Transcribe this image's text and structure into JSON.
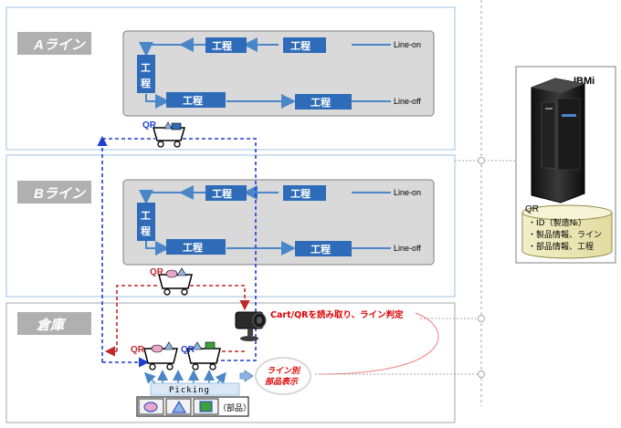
{
  "zones": {
    "a_line": "Aライン",
    "b_line": "Bライン",
    "warehouse": "倉庫"
  },
  "process_label": "工程",
  "process_vertical": [
    "工",
    "程"
  ],
  "line_on": "Line-on",
  "line_off": "Line-off",
  "qr_label": "QR",
  "qr_left_label": "QR",
  "server": {
    "title": "IBMi",
    "db_title": "QR",
    "db_items": [
      "・ID（製造№）",
      "・製品情報、ライン",
      "・部品情報、工程"
    ]
  },
  "camera_caption": "Cart/QRを読み取り、ライン判定",
  "display_label": [
    "ライン別",
    "部品表示"
  ],
  "picking": {
    "label": "Picking",
    "parts_label": "（部品）"
  },
  "colors": {
    "zone_label_bg": "#b0b0b0",
    "line_panel": "#d9d9d9",
    "process_box": "#2e6bb8",
    "flow_arrow": "#4a86c8",
    "blue_dash": "#1f3fd1",
    "red_dash": "#c0282a",
    "accent_red": "#e00000"
  }
}
